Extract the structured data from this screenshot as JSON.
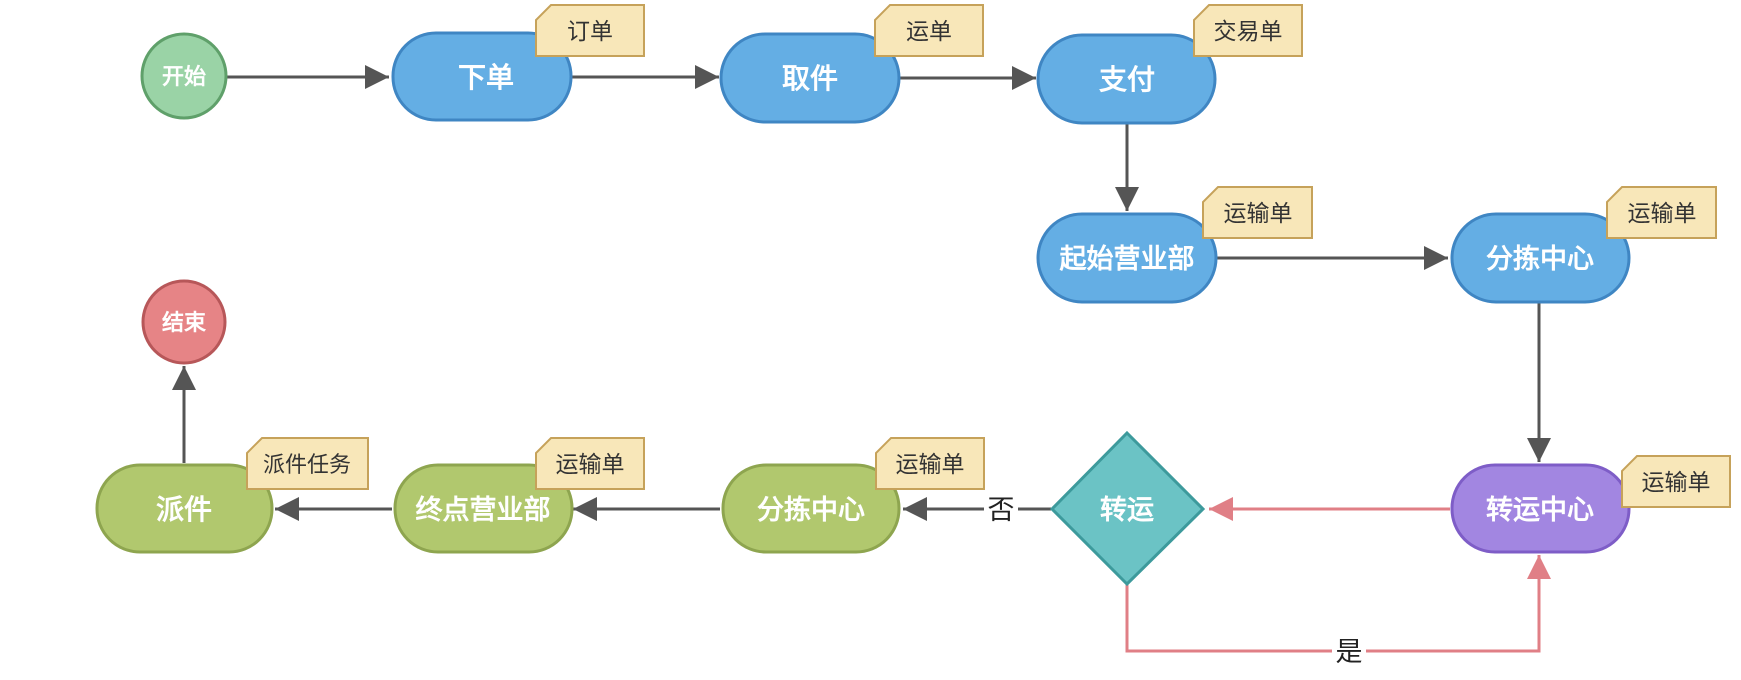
{
  "nodes": {
    "start": "开始",
    "end": "结束",
    "place_order": "下单",
    "pickup": "取件",
    "pay": "支付",
    "origin_office": "起始营业部",
    "sorting_center_1": "分拣中心",
    "transfer_center": "转运中心",
    "transfer_decision": "转运",
    "sorting_center_2": "分拣中心",
    "destination_office": "终点营业部",
    "delivery": "派件"
  },
  "notes": {
    "place_order": "订单",
    "pickup": "运单",
    "pay": "交易单",
    "origin_office": "运输单",
    "sorting_center_1": "运输单",
    "transfer_center": "运输单",
    "sorting_center_2": "运输单",
    "destination_office": "运输单",
    "delivery": "派件任务"
  },
  "edge_labels": {
    "yes": "是",
    "no": "否"
  },
  "colors": {
    "blue_fill": "#64aee4",
    "blue_stroke": "#3f86c3",
    "green_fill": "#b1c86e",
    "green_stroke": "#8ea54f",
    "purple_fill": "#a286e1",
    "purple_stroke": "#7e5dc7",
    "teal_fill": "#6bc3c5",
    "teal_stroke": "#3d9a9c",
    "start_fill": "#9ad3a6",
    "start_stroke": "#5fa06a",
    "end_fill": "#e68486",
    "end_stroke": "#b75759",
    "note_fill": "#f8e7b9",
    "note_stroke": "#c6a25a",
    "arrow_gray": "#555555",
    "arrow_red": "#e07f86"
  }
}
